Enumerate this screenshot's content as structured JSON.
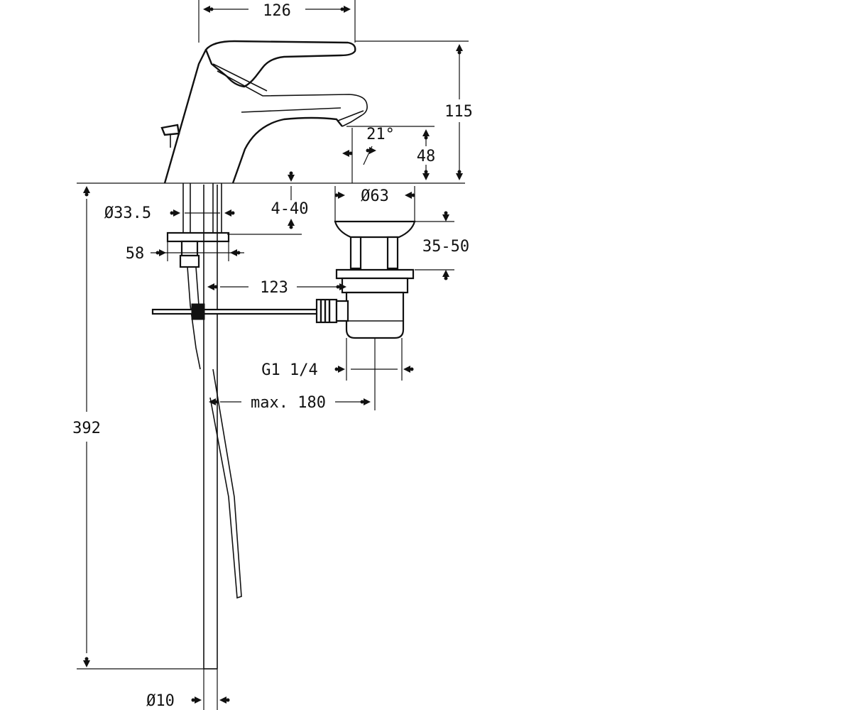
{
  "dimensions": {
    "spout_reach": "126",
    "tap_height": "115",
    "spout_angle": "21°",
    "spout_clearance": "48",
    "waste_diameter": "Ø63",
    "shank_diameter": "Ø33.5",
    "deck_thickness": "4-40",
    "fixing_nut": "58",
    "waste_height": "35-50",
    "pop_up_distance": "123",
    "waste_thread": "G1 1/4",
    "max_rod_distance": "max. 180",
    "total_height": "392",
    "rod_diameter": "Ø10"
  }
}
